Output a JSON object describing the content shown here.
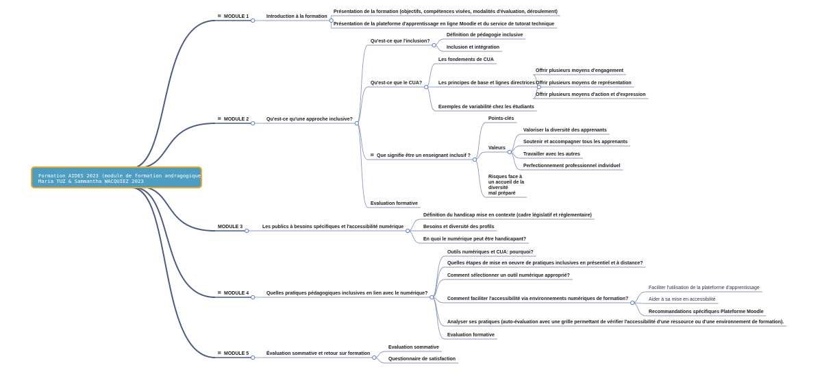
{
  "root": {
    "title_line1": "Formation AIDES 2023 (module de formation andragogique)",
    "title_line2": "Maria TUZ & Sammantha WACQUIEZ 2023"
  },
  "colors": {
    "root_fill": "#4d9cc2",
    "root_border": "#f0a628",
    "branch": "#4a5a80",
    "link": "#8a98b8",
    "node_circle": "#5b7fd0"
  },
  "modules": [
    {
      "label": "MODULE 1",
      "icon": "note-icon",
      "children": [
        {
          "label": "Introduction à la formation",
          "children": [
            {
              "label": "Présentation de la formation (objectifs, compétences visées, modalités d'évaluation, déroulement)"
            },
            {
              "label": "Présentation de la plateforme d'apprentissage en ligne Moodle et du service de tutorat technique"
            }
          ]
        }
      ]
    },
    {
      "label": "MODULE 2",
      "icon": "note-icon",
      "children": [
        {
          "label": "Qu'est-ce qu'une approche inclusive?",
          "children": [
            {
              "label": "Qu'est-ce que l'inclusion?",
              "children": [
                {
                  "label": "Définition de pédagogie inclusive"
                },
                {
                  "label": "Inclusion et intégration"
                }
              ]
            },
            {
              "label": "Qu'est-ce que le CUA?",
              "children": [
                {
                  "label": "Les fondements de CUA"
                },
                {
                  "label": "Les principes de base et lignes directrices",
                  "children": [
                    {
                      "label": "Offrir plusieurs moyens d'engagement"
                    },
                    {
                      "label": "Offrir plusieurs moyens de représentation"
                    },
                    {
                      "label": "Offrir plusieurs moyens d'action et d'expression"
                    }
                  ]
                },
                {
                  "label": "Exemples de variabilité chez les étudiants"
                }
              ]
            },
            {
              "label": "Que signifie être un enseignant inclusif ?",
              "icon": "note-icon",
              "children": [
                {
                  "label": "Points-clés"
                },
                {
                  "label": "Valeurs",
                  "children": [
                    {
                      "label": "Valoriser la diversité des apprenants"
                    },
                    {
                      "label": "Soutenir et accompagner tous les apprenants"
                    },
                    {
                      "label": "Travailler avec les autres"
                    },
                    {
                      "label": "Perfectionnement professionnel individuel"
                    }
                  ]
                },
                {
                  "lines": [
                    "Risques face à",
                    "un accueil de la",
                    "diversité",
                    "mal préparé"
                  ]
                }
              ]
            },
            {
              "label": "Evaluation formative"
            }
          ]
        }
      ]
    },
    {
      "label": "MODULE 3",
      "children": [
        {
          "label": "Les publics à besoins spécifiques et l'accessibilité numérique",
          "children": [
            {
              "label": "Définition du handicap mise en contexte (cadre législatif et réglementaire)"
            },
            {
              "label": "Besoins et diversité des profils"
            },
            {
              "label": "En quoi le numérique peut être handicapant?"
            }
          ]
        }
      ]
    },
    {
      "label": "MODULE 4",
      "icon": "note-icon",
      "children": [
        {
          "label": "Quelles pratiques pédagogiques inclusives en lien avec le numérique?",
          "children": [
            {
              "label": "Outils numériques et CUA: pourquoi?"
            },
            {
              "label": "Quelles étapes de mise en oeuvre de pratiques inclusives en présentiel et à distance?"
            },
            {
              "label": "Comment sélectionner un outil numérique approprié?"
            },
            {
              "label": "Comment faciliter l'accessibilité via environnements numériques de formation?",
              "children": [
                {
                  "label": "Faciliter l'utilisation de la plateforme d'apprentissage",
                  "regular": true
                },
                {
                  "label": "Aider à sa mise en accessibilité",
                  "regular": true
                },
                {
                  "label": "Recommandations spécifiques Plateforme Moodle"
                }
              ]
            },
            {
              "label": "Analyser ses pratiques (auto-évaluation avec une grille permettant de vérifier l'accessibilité d'une ressource ou d'une environnement de formation)."
            },
            {
              "label": "Evaluation formative"
            }
          ]
        }
      ]
    },
    {
      "label": "MODULE 5",
      "icon": "note-icon",
      "children": [
        {
          "label": "Évaluation sommative et retour sur formation",
          "children": [
            {
              "label": "Evaluation sommative"
            },
            {
              "label": "Questionnaire de satisfaction"
            }
          ]
        }
      ]
    }
  ]
}
